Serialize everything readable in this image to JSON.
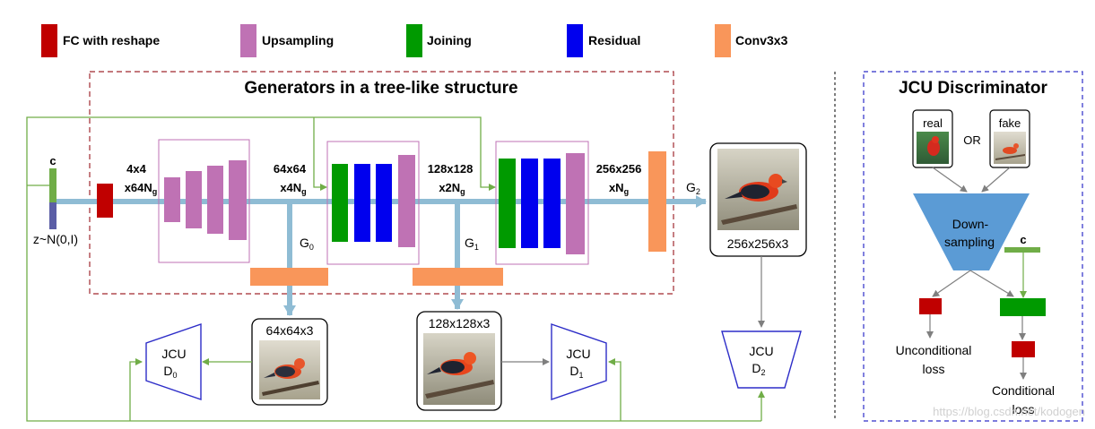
{
  "legend": {
    "fc": "FC with reshape",
    "upsampling": "Upsampling",
    "joining": "Joining",
    "residual": "Residual",
    "conv": "Conv3x3"
  },
  "colors": {
    "fc": "#c00000",
    "upsampling": "#bf72b4",
    "joining": "#009a00",
    "residual": "#0000ee",
    "conv": "#f9965a",
    "stream": "#8fbcd4",
    "condition": "#70ad47",
    "noise": "#5b5ea6",
    "dashed_red": "#a0282f",
    "dashed_blue": "#2d2dc8",
    "cone": "#5b9bd5"
  },
  "generator": {
    "title": "Generators in a tree-like structure",
    "c_label": "c",
    "z_label": "z~N(0,I)",
    "stage0": {
      "res": "4x4",
      "ch": "x64N",
      "sub": "g"
    },
    "stage1": {
      "res": "64x64",
      "ch": "x4N",
      "sub": "g"
    },
    "stage2": {
      "res": "128x128",
      "ch": "x2N",
      "sub": "g"
    },
    "stage3": {
      "res": "256x256",
      "ch": "xN",
      "sub": "g"
    },
    "g0": {
      "main": "G",
      "sub": "0"
    },
    "g1": {
      "main": "G",
      "sub": "1"
    },
    "g2": {
      "main": "G",
      "sub": "2"
    }
  },
  "outputs": {
    "out0": "64x64x3",
    "out1": "128x128x3",
    "out2": "256x256x3"
  },
  "discriminators": {
    "d0": {
      "name": "JCU",
      "main": "D",
      "sub": "0"
    },
    "d1": {
      "name": "JCU",
      "main": "D",
      "sub": "1"
    },
    "d2": {
      "name": "JCU",
      "main": "D",
      "sub": "2"
    }
  },
  "jcu_panel": {
    "title": "JCU Discriminator",
    "real": "real",
    "or": "OR",
    "fake": "fake",
    "down1": "Down-",
    "down2": "sampling",
    "c_label": "c",
    "uncond1": "Unconditional",
    "uncond2": "loss",
    "cond1": "Conditional",
    "cond2": "loss"
  },
  "watermark": "https://blog.csdn.net/kodogen"
}
